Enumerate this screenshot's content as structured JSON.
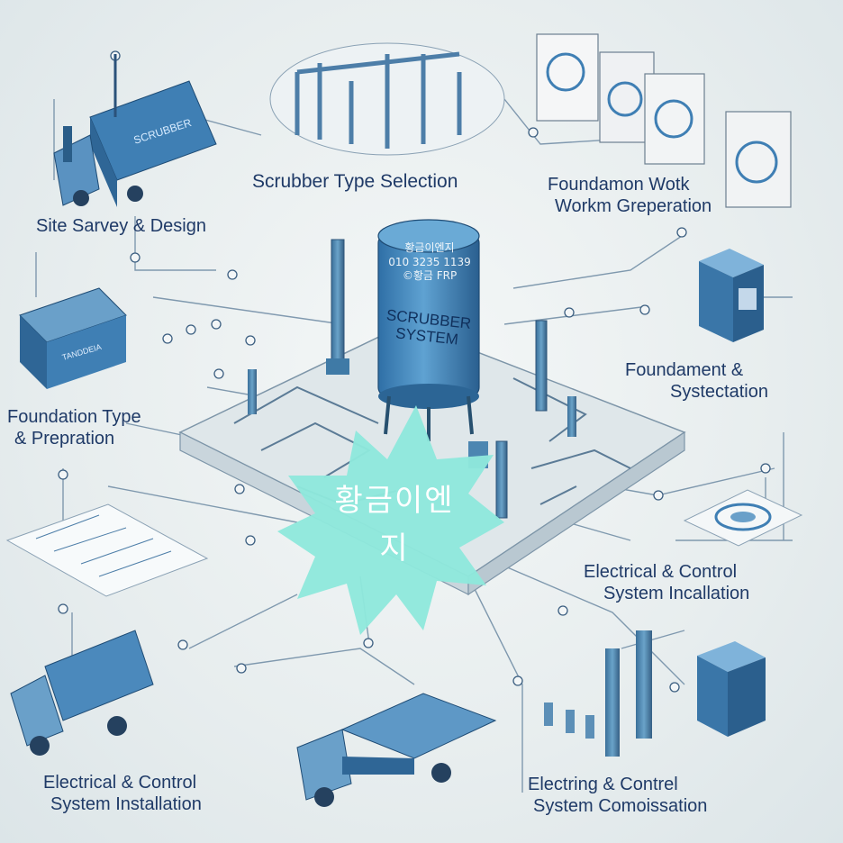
{
  "labels": {
    "site_survey": "Site Sarvey & Design",
    "scrubber_type": "Scrubber Type Selection",
    "foundation_work_1": "Foundamon Wotk",
    "foundation_work_2": "Workm Greperation",
    "foundament_1": "Foundament &",
    "foundament_2": "Systectation",
    "foundation_type_1": "Foundation Type",
    "foundation_type_2": "& Prepration",
    "elec_right_1": "Electrical & Control",
    "elec_right_2": "System Incallation",
    "elec_left_1": "Electrical & Control",
    "elec_left_2": "System Installation",
    "electring_1": "Electring & Contrel",
    "electring_2": "System Comoissation"
  },
  "tank": {
    "line1": "SCRUBBER",
    "line2": "SYSTEM"
  },
  "truck_text": "SCRUBBER",
  "box_text": "TANDDEIA",
  "watermark": {
    "line1": "황금이엔지",
    "line2": "010 3235 1139",
    "line3": "©황금 FRP"
  },
  "badge": {
    "line1": "황금이엔",
    "line2": "지",
    "color": "#8fe8dc"
  },
  "colors": {
    "primary_blue": "#3f7fb4",
    "dark_blue": "#1f3a67",
    "line": "#6d8aa3"
  }
}
